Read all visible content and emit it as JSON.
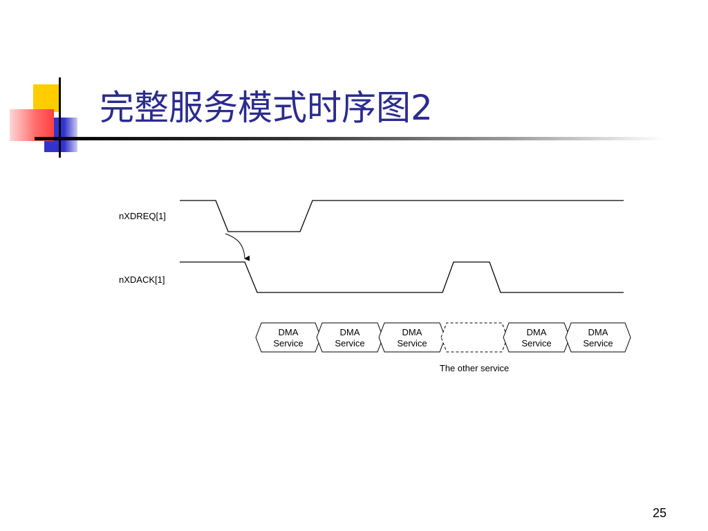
{
  "slide": {
    "title": "完整服务模式时序图2",
    "page_number": "25"
  },
  "diagram": {
    "signals": [
      {
        "name": "nXDREQ[1]"
      },
      {
        "name": "nXDACK[1]"
      }
    ],
    "service_blocks": [
      {
        "line1": "DMA",
        "line2": "Service"
      },
      {
        "line1": "DMA",
        "line2": "Service"
      },
      {
        "line1": "DMA",
        "line2": "Service"
      },
      {
        "line1": "",
        "line2": "",
        "dashed": true
      },
      {
        "line1": "DMA",
        "line2": "Service"
      },
      {
        "line1": "DMA",
        "line2": "Service"
      }
    ],
    "other_service_label": "The other service"
  }
}
